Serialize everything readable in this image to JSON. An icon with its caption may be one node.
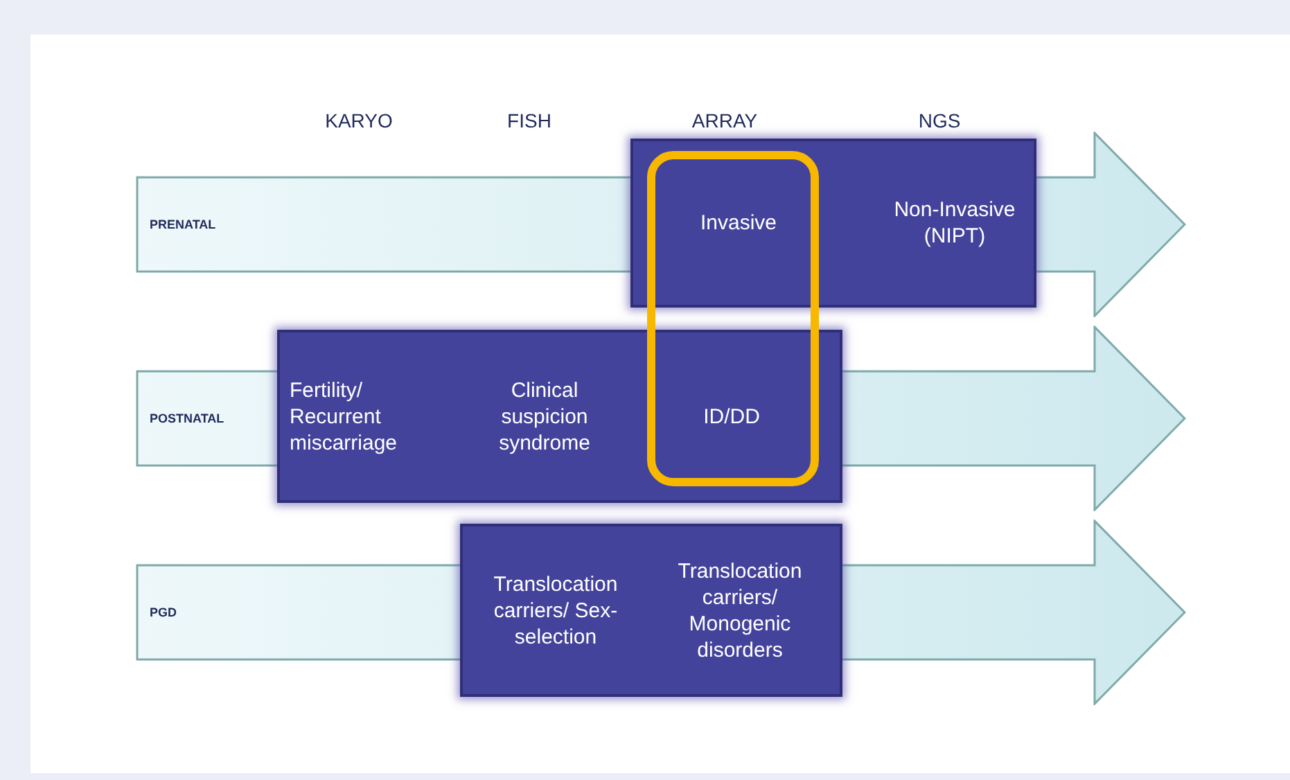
{
  "diagram": {
    "nodes": [
      {
        "text": [
          "PRENATAL"
        ]
      },
      {
        "text": [
          "Invasive",
          "Non-Invasive (NIPT)"
        ],
        "in": 0
      },
      {
        "text": [
          "POSTNATAL"
        ]
      },
      {
        "text": [
          "Fertility/ Recurrent miscarriage",
          "Clinical suspicion syndrome",
          "ID/DD"
        ],
        "in": 2
      },
      {
        "text": [
          "PGD"
        ]
      },
      {
        "text": [
          "Translocation carriers/ Sex-selection",
          "Translocation carriers/ Monogenic disorders"
        ],
        "in": 4
      }
    ],
    "labels": [
      "KARYO",
      "FISH",
      "ARRAY",
      "NGS"
    ]
  }
}
